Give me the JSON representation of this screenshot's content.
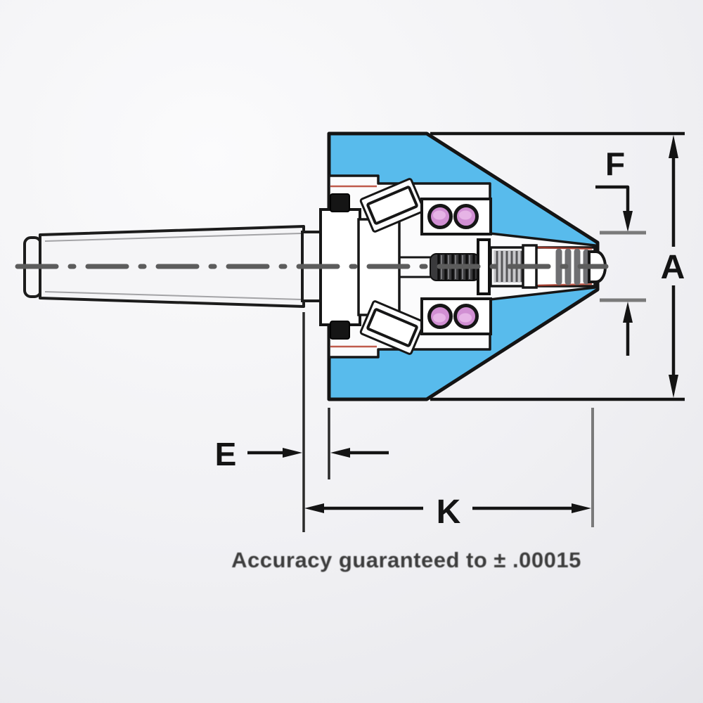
{
  "diagram": {
    "type": "technical-cutaway-drawing",
    "subject": "live center (lathe tailstock center) cross-section with dimension callouts",
    "caption": "Accuracy guaranteed to ± .00015",
    "dimensions": {
      "a": {
        "label": "A"
      },
      "f": {
        "label": "F"
      },
      "e": {
        "label": "E"
      },
      "k": {
        "label": "K"
      }
    },
    "colors": {
      "background": "#f0f0f3",
      "body_blue": "#58bbec",
      "bearing_ball_pink": "#d18fd3",
      "bearing_ball_highlight": "#e6b4e6",
      "accent_red": "#b5402e",
      "outline_black": "#141414",
      "centerline_gray": "#5c5c5c",
      "tick_gray": "#7a7a7a",
      "caption_text": "#3d3d3d"
    }
  }
}
